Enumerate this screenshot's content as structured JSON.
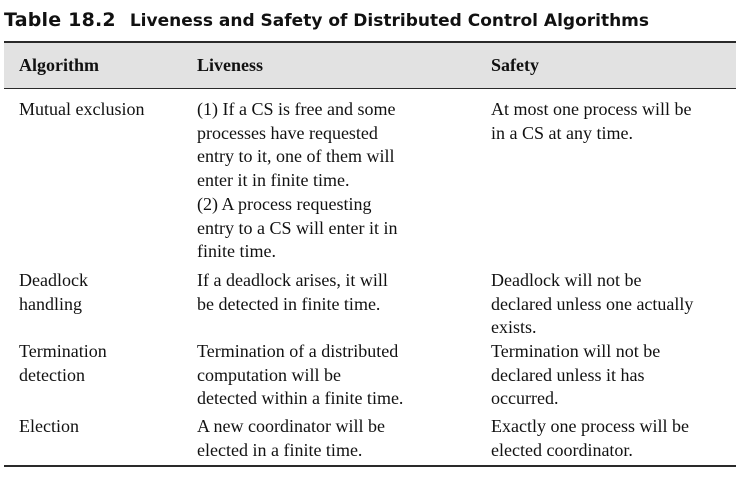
{
  "caption": {
    "number": "Table 18.2",
    "title": "Liveness and Safety of Distributed Control Algorithms"
  },
  "table": {
    "headers": [
      "Algorithm",
      "Liveness",
      "Safety"
    ],
    "rows": [
      {
        "algorithm": [
          "Mutual exclusion"
        ],
        "liveness": [
          "(1) If a CS is free and some",
          "processes have requested",
          "entry to it, one of them will",
          "enter it in finite time.",
          "(2) A process requesting",
          "entry to a CS will enter it in",
          "finite time."
        ],
        "safety": [
          "At most one process will be",
          "in a CS at any time."
        ]
      },
      {
        "algorithm": [
          "Deadlock",
          "handling"
        ],
        "liveness": [
          "If a deadlock arises, it will",
          "be detected in finite time."
        ],
        "safety": [
          "Deadlock will not be",
          "declared unless one actually",
          "exists."
        ]
      },
      {
        "algorithm": [
          "Termination",
          "detection"
        ],
        "liveness": [
          "Termination of a distributed",
          "computation will be",
          "detected within a finite time."
        ],
        "safety": [
          "Termination will not be",
          "declared unless it has",
          "occurred."
        ]
      },
      {
        "algorithm": [
          "Election"
        ],
        "liveness": [
          "A new coordinator will be",
          "elected in a finite time."
        ],
        "safety": [
          "Exactly one process will be",
          "elected coordinator."
        ]
      }
    ]
  }
}
